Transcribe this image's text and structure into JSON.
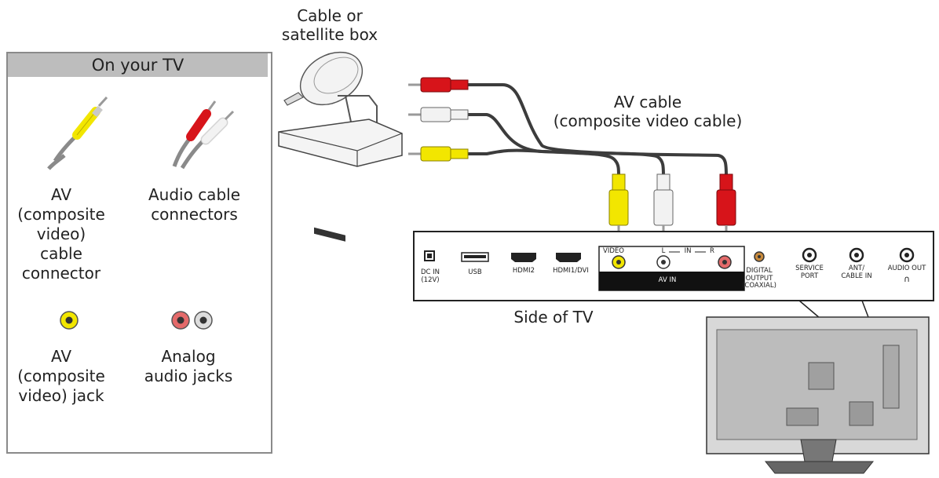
{
  "panel": {
    "title": "On your TV",
    "av_connector_label": "AV\n(composite\nvideo)\ncable\nconnector",
    "audio_connector_label": "Audio cable\nconnectors",
    "av_jack_label": "AV\n(composite\nvideo) jack",
    "analog_jack_label": "Analog\naudio jacks"
  },
  "source": {
    "label": "Cable or\nsatellite box"
  },
  "cable": {
    "label": "AV cable\n(composite video cable)"
  },
  "tv_side": {
    "label": "Side of TV",
    "ports": {
      "dc_in": "DC IN\n(12V)",
      "usb": "USB",
      "hdmi2": "HDMI2",
      "hdmi1": "HDMI1/DVI",
      "video": "VIDEO",
      "l": "L",
      "in": "IN",
      "r": "R",
      "av_in": "AV IN",
      "digital_out": "DIGITAL\nOUTPUT\n(COAXIAL)",
      "service": "SERVICE\nPORT",
      "ant": "ANT/\nCABLE IN",
      "audio_out": "AUDIO OUT"
    }
  },
  "colors": {
    "video_yellow": "#f2e600",
    "audio_red": "#d7141a",
    "audio_white": "#f2f2f2",
    "cable_gray": "#3c3c3c",
    "panel_header": "#bdbdbd"
  }
}
